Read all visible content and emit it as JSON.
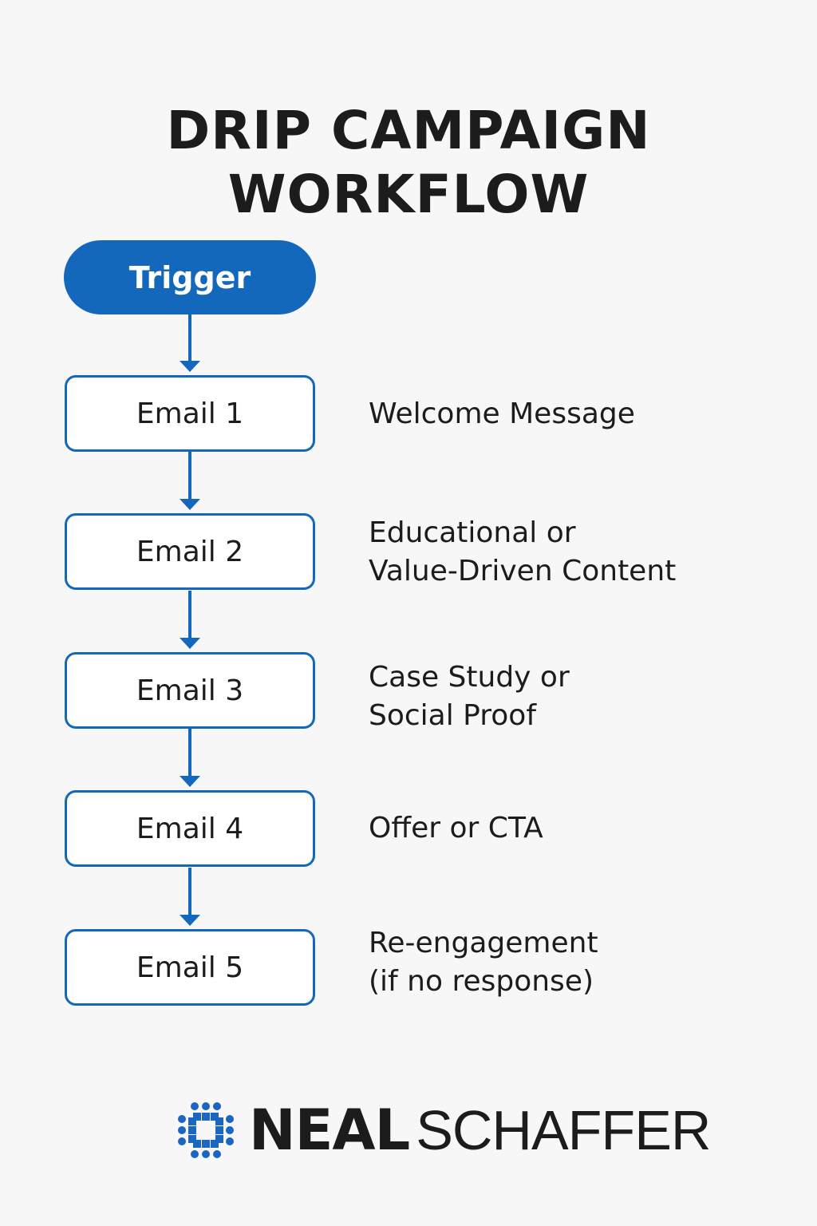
{
  "title": {
    "line1": "DRIP CAMPAIGN",
    "line2": "WORKFLOW"
  },
  "colors": {
    "accent": "#1468bb",
    "background": "#f7f7f7",
    "text": "#1c1c1c"
  },
  "flow": {
    "trigger": "Trigger",
    "steps": [
      {
        "label": "Email 1",
        "description": [
          "Welcome Message"
        ]
      },
      {
        "label": "Email 2",
        "description": [
          "Educational or",
          "Value-Driven Content"
        ]
      },
      {
        "label": "Email 3",
        "description": [
          "Case Study or",
          "Social Proof"
        ]
      },
      {
        "label": "Email 4",
        "description": [
          "Offer or CTA"
        ]
      },
      {
        "label": "Email 5",
        "description": [
          "Re-engagement",
          "(if no response)"
        ]
      }
    ]
  },
  "footer": {
    "logo_icon": "neal-schaffer-logo-icon",
    "brand_bold": "NEAL",
    "brand_light": "SCHAFFER"
  }
}
